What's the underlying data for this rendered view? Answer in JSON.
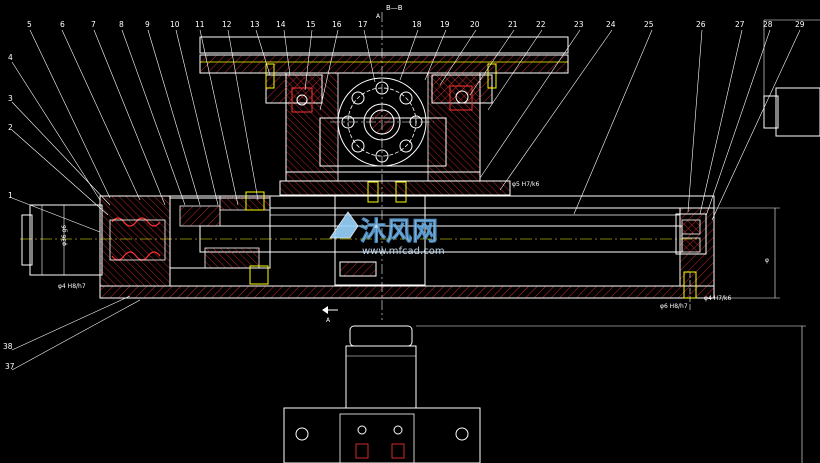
{
  "drawing": {
    "section_label": "B—B",
    "view_mark_top": "A",
    "view_mark_bottom": "A",
    "part_numbers_top": [
      "5",
      "6",
      "7",
      "8",
      "9",
      "10",
      "11",
      "12",
      "13",
      "14",
      "15",
      "16",
      "17",
      "18",
      "19",
      "20",
      "21",
      "22",
      "23",
      "24",
      "25",
      "26",
      "27",
      "28",
      "29"
    ],
    "part_numbers_left": [
      "4",
      "3",
      "2",
      "1",
      "38",
      "37"
    ],
    "dimensions": {
      "left_motor_dia": "φ36 g6",
      "left_bottom_fit": "φ4 H8/h7",
      "nut_fit": "φ5 H7/k6",
      "right_bottom_fit_a": "φ6 H8/h7",
      "right_bottom_fit_b": "φ4 H7/k6",
      "right_vertical_dim": "φ"
    },
    "colors": {
      "background": "#000000",
      "line_white": "#ffffff",
      "line_yellow": "#ffff00",
      "line_red": "#ff3333",
      "hatch": "#ff3333"
    }
  },
  "watermark": {
    "brand": "沐风网",
    "url": "www.mfcad.com"
  }
}
